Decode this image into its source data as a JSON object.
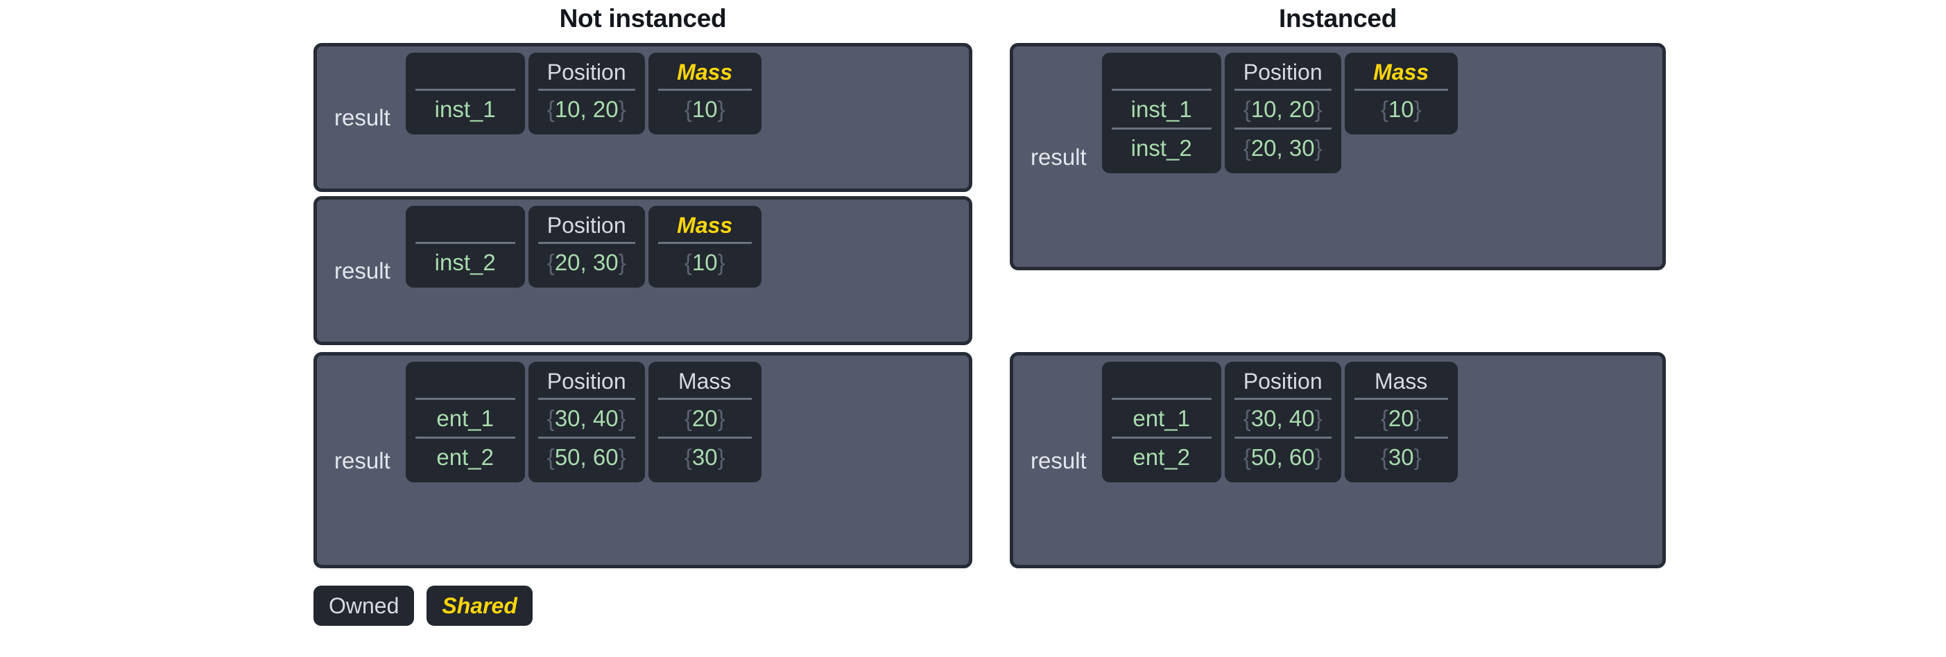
{
  "colors": {
    "page_background": "#ffffff",
    "block_frame": "#262b36",
    "block_fill": "#545a6b",
    "card_fill": "#23272f",
    "owned_text": "#d6dae3",
    "shared_text": "#ffd60a",
    "value_green": "#a8dcae",
    "brace_gray": "#5b6170",
    "separator": "#6b7280",
    "title_text": "#13161d"
  },
  "columns": [
    {
      "id": "not-instanced",
      "title": "Not instanced",
      "blocks": [
        {
          "id": "left-block-1",
          "label": "result",
          "headers": [
            {
              "text": "",
              "style": "empty"
            },
            {
              "text": "Position",
              "style": "owned"
            },
            {
              "text": "Mass",
              "style": "shared"
            }
          ],
          "rows": [
            {
              "name": "inst_1",
              "position": "{10, 20}",
              "mass": "{10}"
            }
          ]
        },
        {
          "id": "left-block-2",
          "label": "result",
          "headers": [
            {
              "text": "",
              "style": "empty"
            },
            {
              "text": "Position",
              "style": "owned"
            },
            {
              "text": "Mass",
              "style": "shared"
            }
          ],
          "rows": [
            {
              "name": "inst_2",
              "position": "{20, 30}",
              "mass": "{10}"
            }
          ]
        },
        {
          "id": "left-block-3",
          "label": "result",
          "headers": [
            {
              "text": "",
              "style": "empty"
            },
            {
              "text": "Position",
              "style": "owned"
            },
            {
              "text": "Mass",
              "style": "owned"
            }
          ],
          "rows": [
            {
              "name": "ent_1",
              "position": "{30, 40}",
              "mass": "{20}"
            },
            {
              "name": "ent_2",
              "position": "{50, 60}",
              "mass": "{30}"
            }
          ]
        }
      ]
    },
    {
      "id": "instanced",
      "title": "Instanced",
      "blocks": [
        {
          "id": "right-block-1",
          "label": "result",
          "headers": [
            {
              "text": "",
              "style": "empty"
            },
            {
              "text": "Position",
              "style": "owned"
            },
            {
              "text": "Mass",
              "style": "shared"
            }
          ],
          "rows": [
            {
              "name": "inst_1",
              "position": "{10, 20}",
              "mass": "{10}"
            },
            {
              "name": "inst_2",
              "position": "{20, 30}",
              "mass": null
            }
          ]
        },
        {
          "id": "right-block-2",
          "label": "result",
          "headers": [
            {
              "text": "",
              "style": "empty"
            },
            {
              "text": "Position",
              "style": "owned"
            },
            {
              "text": "Mass",
              "style": "owned"
            }
          ],
          "rows": [
            {
              "name": "ent_1",
              "position": "{30, 40}",
              "mass": "{20}"
            },
            {
              "name": "ent_2",
              "position": "{50, 60}",
              "mass": "{30}"
            }
          ]
        }
      ]
    }
  ],
  "legend": {
    "items": [
      {
        "id": "owned",
        "label": "Owned",
        "style": "owned"
      },
      {
        "id": "shared",
        "label": "Shared",
        "style": "shared"
      }
    ]
  }
}
